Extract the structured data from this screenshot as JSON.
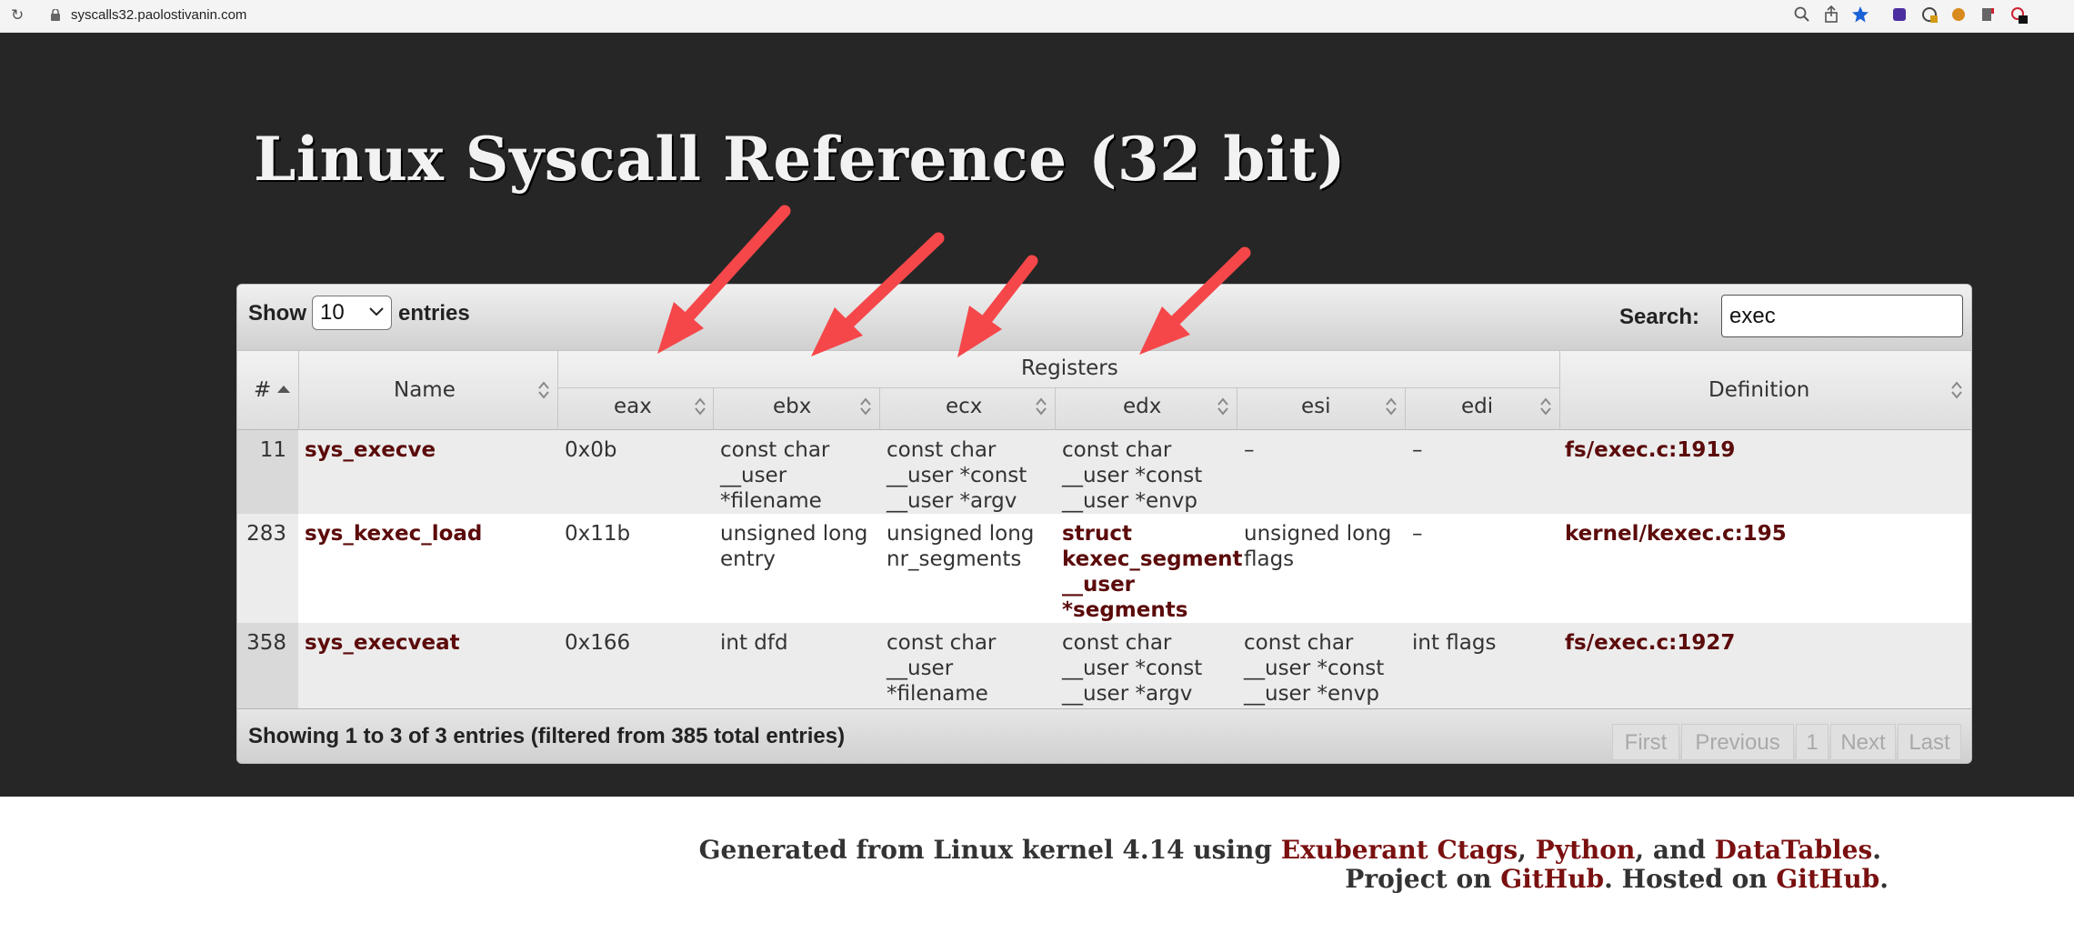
{
  "browser": {
    "url": "syscalls32.paolostivanin.com"
  },
  "page": {
    "title": "Linux Syscall Reference (32 bit)"
  },
  "table_controls": {
    "show_label": "Show",
    "entries_label": "entries",
    "page_length": "10",
    "search_label": "Search:",
    "search_value": "exec"
  },
  "columns": {
    "index": "#",
    "name": "Name",
    "registers": "Registers",
    "eax": "eax",
    "ebx": "ebx",
    "ecx": "ecx",
    "edx": "edx",
    "esi": "esi",
    "edi": "edi",
    "definition": "Definition"
  },
  "rows": [
    {
      "index": "11",
      "name": "sys_execve",
      "eax": "0x0b",
      "ebx": "const char\n__user\n*filename",
      "ecx": "const char\n__user *const\n__user *argv",
      "edx": "const char\n__user *const\n__user *envp",
      "esi": "–",
      "edi": "–",
      "definition": "fs/exec.c:1919"
    },
    {
      "index": "283",
      "name": "sys_kexec_load",
      "eax": "0x11b",
      "ebx": "unsigned long\nentry",
      "ecx": "unsigned long\nnr_segments",
      "edx": "struct\nkexec_segment\n__user\n*segments",
      "esi": "unsigned long\nflags",
      "edi": "–",
      "definition": "kernel/kexec.c:195"
    },
    {
      "index": "358",
      "name": "sys_execveat",
      "eax": "0x166",
      "ebx": "int dfd",
      "ecx": "const char\n__user\n*filename",
      "edx": "const char\n__user *const\n__user *argv",
      "esi": "const char\n__user *const\n__user *envp",
      "edi": "int flags",
      "definition": "fs/exec.c:1927"
    }
  ],
  "info": "Showing 1 to 3 of 3 entries (filtered from 385 total entries)",
  "pagination": {
    "first": "First",
    "previous": "Previous",
    "page": "1",
    "next": "Next",
    "last": "Last"
  },
  "footer": {
    "line1_a": "Generated from Linux kernel 4.14 using ",
    "ctags": "Exuberant Ctags",
    "sep1": ", ",
    "python": "Python",
    "sep2": ", and ",
    "datatables": "DataTables",
    "end1": ".",
    "line2_a": "Project on ",
    "github1": "GitHub",
    "line2_b": ". Hosted on ",
    "github2": "GitHub",
    "end2": "."
  },
  "colors": {
    "accent_link": "#5c0b0b",
    "hero_bg": "#262626",
    "annotation_arrow": "#f5474a"
  },
  "icons": [
    "reload-icon",
    "lock-icon",
    "chevron-down-icon",
    "sort-icon",
    "annotation-arrow"
  ]
}
